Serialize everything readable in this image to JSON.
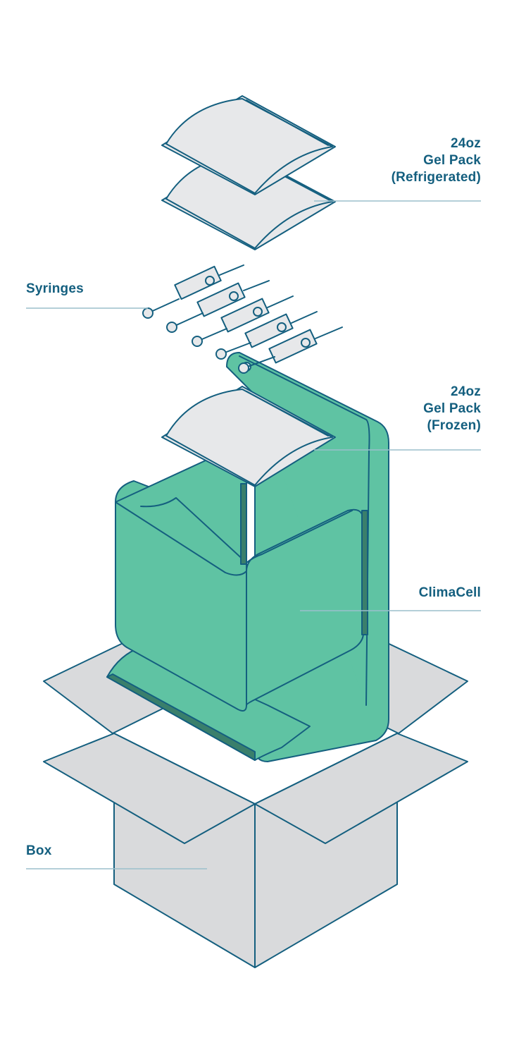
{
  "labels": {
    "refrigerated": [
      "24oz",
      "Gel Pack",
      "(Refrigerated)"
    ],
    "syringes": "Syringes",
    "frozen": [
      "24oz",
      "Gel Pack",
      "(Frozen)"
    ],
    "climacell": "ClimaCell",
    "box": "Box"
  },
  "colors": {
    "label_text": "#145f7f",
    "outline": "#145f7f",
    "box_fill": "#d9dadc",
    "gel_pack_fill": "#e7e8ea",
    "climacell_fill": "#5fc3a3",
    "climacell_seam": "#3a7f6b",
    "leader_line": "#9bbfcc"
  },
  "components": [
    "gel-pack-refrigerated",
    "syringes",
    "gel-pack-frozen",
    "climacell",
    "box"
  ]
}
